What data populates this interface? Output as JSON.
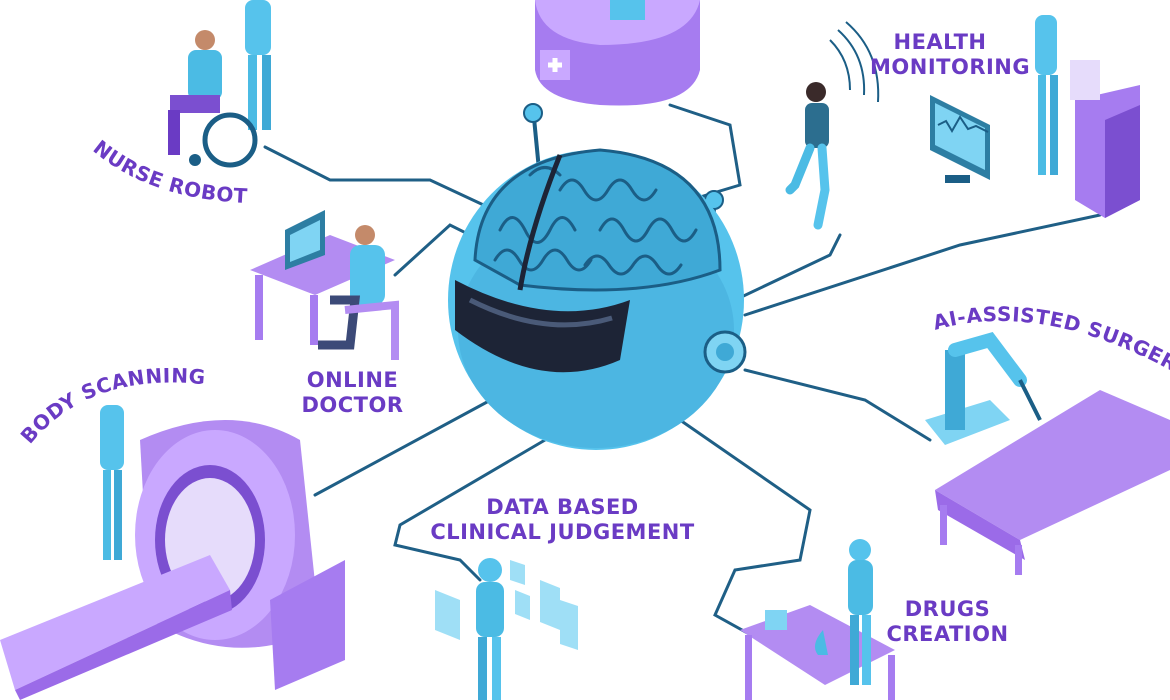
{
  "labels": {
    "nurse_robot": "NURSE ROBOT",
    "health_monitoring_line1": "HEALTH",
    "health_monitoring_line2": "MONITORING",
    "online_doctor_line1": "ONLINE",
    "online_doctor_line2": "DOCTOR",
    "body_scanning": "BODY SCANNING",
    "ai_assisted_surgery": "AI-ASSISTED SURGERY",
    "data_clinical_line1": "DATA BASED",
    "data_clinical_line2": "CLINICAL JUDGEMENT",
    "drugs_creation_line1": "DRUGS",
    "drugs_creation_line2": "CREATION"
  },
  "colors": {
    "label": "#6a3bc4",
    "line": "#1f5f86",
    "brain_fill": "#3fa9d6",
    "brain_dark": "#1b5e86",
    "head": "#56c3ec",
    "visor": "#1d2436",
    "violet": "#b38cf2",
    "violet_dark": "#7b4fd0",
    "figure": "#4bbbe4"
  },
  "icons": [
    "brain-robot-icon",
    "nurse-robot-icon",
    "reception-desk-icon",
    "runner-icon",
    "health-monitor-icon",
    "online-doctor-icon",
    "mri-scanner-icon",
    "surgery-robot-icon",
    "hologram-robot-icon",
    "lab-robot-icon"
  ]
}
